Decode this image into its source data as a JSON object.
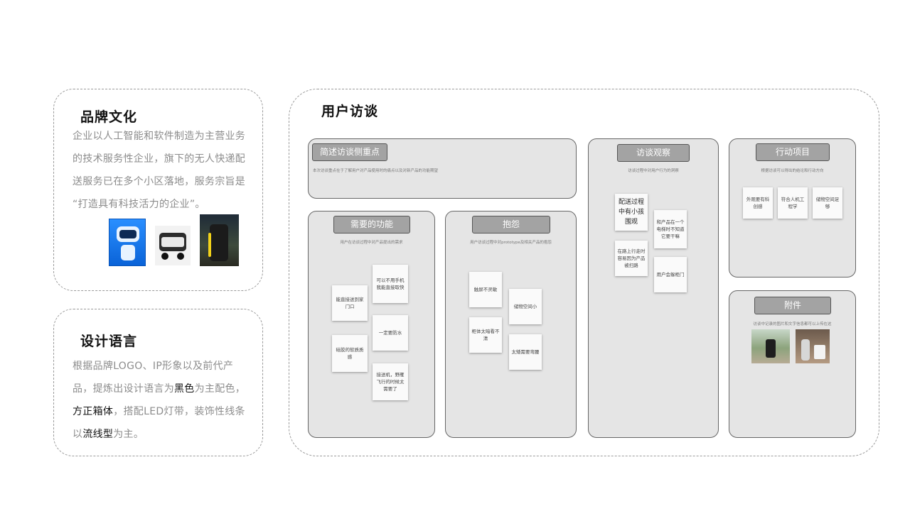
{
  "brand": {
    "title": "品牌文化",
    "lines": [
      "企业以人工智能和软件制造为主营业务",
      "的技术服务性企业，旗下的无人快递配",
      "送服务已在多个小区落地，服务宗旨是",
      "“打造具有科技活力的企业”。"
    ]
  },
  "design": {
    "title": "设计语言",
    "line1": "根据品牌LOGO、IP形象以及前代产",
    "line2_a": "品，提炼出设计语言为",
    "line2_b": "黑色",
    "line2_c": "为主配色，",
    "line3_a": "方正箱体",
    "line3_b": "，搭配LED灯带，装饰性线条",
    "line4_a": "以",
    "line4_b": "流线型",
    "line4_c": "为主。"
  },
  "interview": {
    "title": "用户访谈",
    "focus": {
      "tag": "简述访谈侧重点",
      "note": "本次访谈重点在于了解用户对产品使用时的痛点以及对新产品的功能期望"
    },
    "features": {
      "tag": "需要的功能",
      "note": "用户在访谈过程中对产品提出的需求",
      "stickies": [
        "能直接送到家门口",
        "可以不用手机我能直接取快",
        "一定要防水",
        "硅胶的软质质感",
        "接送机，野雁飞行的时候太需要了"
      ]
    },
    "complaints": {
      "tag": "抱怨",
      "note": "用户访谈过程中对prototype及相关产品的抱怨",
      "stickies": [
        "触屏不灵敏",
        "储物空间小",
        "柜体太暗看不清",
        "太矮需要弯腰"
      ]
    },
    "observation": {
      "tag": "访谈观察",
      "note": "访谈过程中对用户行为的洞察",
      "stickies": [
        "配送过程中有小孩围观",
        "和产品在一个电梯时不知道它要干嘛",
        "在路上行走时容易因为产品被扫路",
        "用户会躲柜门"
      ]
    },
    "actions": {
      "tag": "行动项目",
      "note": "根据访谈可以得出的结论和行动方向",
      "stickies": [
        "外观要有科创感",
        "符合人机工程学",
        "储物空间足够"
      ]
    },
    "attachments": {
      "tag": "附件",
      "note": "访谈中记录的图片和文字信息都可以上传在这"
    }
  }
}
